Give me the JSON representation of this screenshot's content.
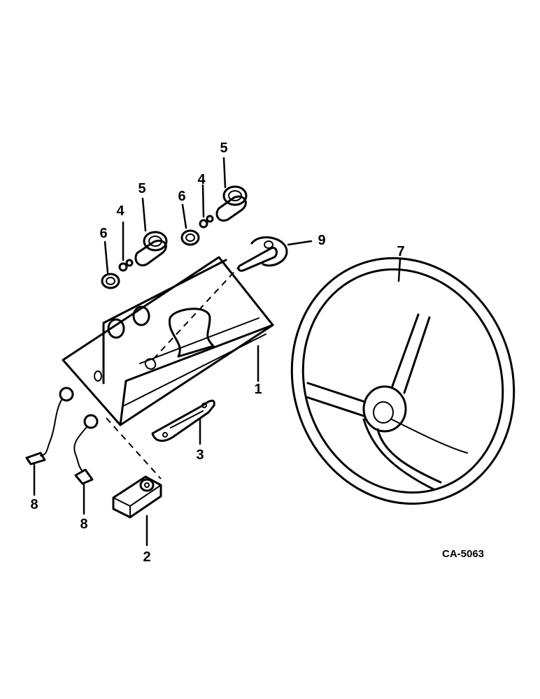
{
  "diagram": {
    "drawing_number": "CA-5063",
    "callouts": {
      "p1": "1",
      "p2": "2",
      "p3": "3",
      "p4a": "4",
      "p4b": "4",
      "p5a": "5",
      "p5b": "5",
      "p6a": "6",
      "p6b": "6",
      "p7": "7",
      "p8a": "8",
      "p8b": "8",
      "p9": "9"
    }
  }
}
